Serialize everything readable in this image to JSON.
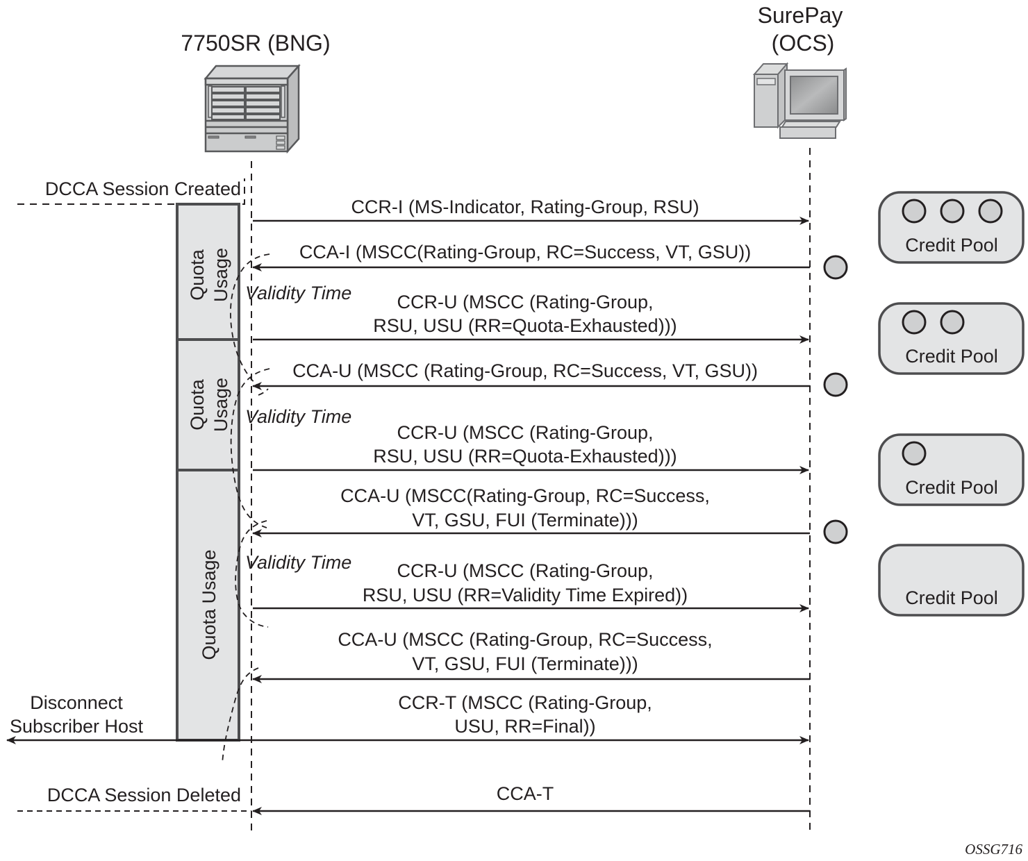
{
  "participants": {
    "bng": {
      "title": "7750SR (BNG)",
      "icon": "router-chassis-icon"
    },
    "ocs": {
      "title_line1": "SurePay",
      "title_line2": "(OCS)",
      "icon": "computer-workstation-icon"
    }
  },
  "side_labels": {
    "session_created": "DCCA Session Created",
    "session_deleted": "DCCA Session Deleted",
    "disconnect_line1": "Disconnect",
    "disconnect_line2": "Subscriber Host"
  },
  "quota_blocks": [
    {
      "line1": "Quota",
      "line2": "Usage"
    },
    {
      "line1": "Quota",
      "line2": "Usage"
    },
    {
      "line1": "Quota Usage",
      "line2": ""
    }
  ],
  "validity_time_label": "Validity Time",
  "messages": [
    {
      "id": "ccr-i",
      "direction": "to-ocs",
      "lines": [
        "CCR-I (MS-Indicator, Rating-Group, RSU)"
      ]
    },
    {
      "id": "cca-i",
      "direction": "to-bng",
      "lines": [
        "CCA-I (MSCC(Rating-Group, RC=Success, VT, GSU))"
      ]
    },
    {
      "id": "ccr-u-1",
      "direction": "to-ocs",
      "lines": [
        "CCR-U (MSCC (Rating-Group,",
        "RSU, USU (RR=Quota-Exhausted)))"
      ]
    },
    {
      "id": "cca-u-1",
      "direction": "to-bng",
      "lines": [
        "CCA-U (MSCC (Rating-Group, RC=Success, VT, GSU))"
      ]
    },
    {
      "id": "ccr-u-2",
      "direction": "to-ocs",
      "lines": [
        "CCR-U (MSCC (Rating-Group,",
        "RSU, USU (RR=Quota-Exhausted)))"
      ]
    },
    {
      "id": "cca-u-2",
      "direction": "to-bng",
      "lines": [
        "CCA-U (MSCC(Rating-Group, RC=Success,",
        "VT, GSU, FUI (Terminate)))"
      ]
    },
    {
      "id": "ccr-u-3",
      "direction": "to-ocs",
      "lines": [
        "CCR-U (MSCC (Rating-Group,",
        "RSU, USU (RR=Validity Time Expired))"
      ]
    },
    {
      "id": "cca-u-3",
      "direction": "to-bng",
      "lines": [
        "CCA-U (MSCC (Rating-Group, RC=Success,",
        "VT, GSU, FUI (Terminate)))"
      ]
    },
    {
      "id": "ccr-t",
      "direction": "to-ocs",
      "lines": [
        "CCR-T (MSCC (Rating-Group,",
        "USU, RR=Final))"
      ]
    },
    {
      "id": "cca-t",
      "direction": "to-bng",
      "lines": [
        "CCA-T"
      ]
    }
  ],
  "credit_pools": [
    {
      "label": "Credit Pool",
      "credits": 3
    },
    {
      "label": "Credit Pool",
      "credits": 2
    },
    {
      "label": "Credit Pool",
      "credits": 1
    },
    {
      "label": "Credit Pool",
      "credits": 0
    }
  ],
  "granted_credit_tokens": 3,
  "figure_id": "OSSG716",
  "colors": {
    "line": "#231f20",
    "box_fill": "#e3e4e5",
    "box_stroke": "#4d4d4f",
    "token_fill": "#cfd0d1",
    "device_fill": "#cbcccd",
    "device_stroke": "#58595b"
  }
}
